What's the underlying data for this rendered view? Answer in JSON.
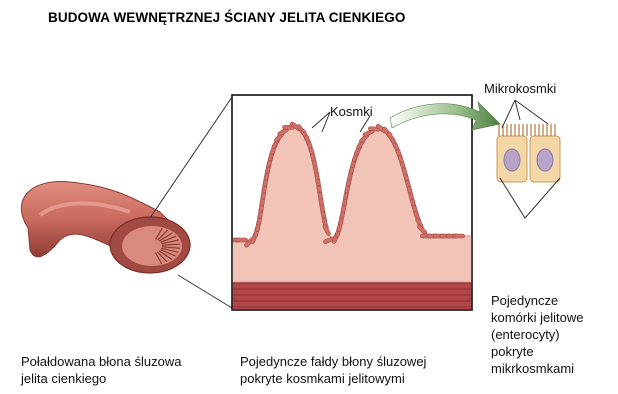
{
  "title": "BUDOWA WEWNĘTRZNEJ ŚCIANY JELITA CIENKIEGO",
  "labels": {
    "villi": "Kosmki",
    "microvilli": "Mikrokosmki",
    "caption_left_line1": "Połałdowana błona śluzowa",
    "caption_left_line2": "jelita cienkiego",
    "caption_mid_line1": "Pojedyncze fałdy błony śluzowej",
    "caption_mid_line2": "pokryte kosmkami jelitowymi",
    "caption_right_line1": "Pojedyncze",
    "caption_right_line2": "komórki jelitowe",
    "caption_right_line3": "(enterocyty)",
    "caption_right_line4": "pokryte",
    "caption_right_line5": "mikrkosmkami"
  },
  "colors": {
    "intestine": "#c96a5d",
    "intestine_dark": "#9b3f38",
    "mucosa_fill": "#f2c4b8",
    "villi_fill": "#cf6f66",
    "muscle": "#b2474a",
    "cell_fill": "#f3d7a6",
    "nucleus": "#b7a4c8",
    "arrow": "#5f8f4f"
  }
}
